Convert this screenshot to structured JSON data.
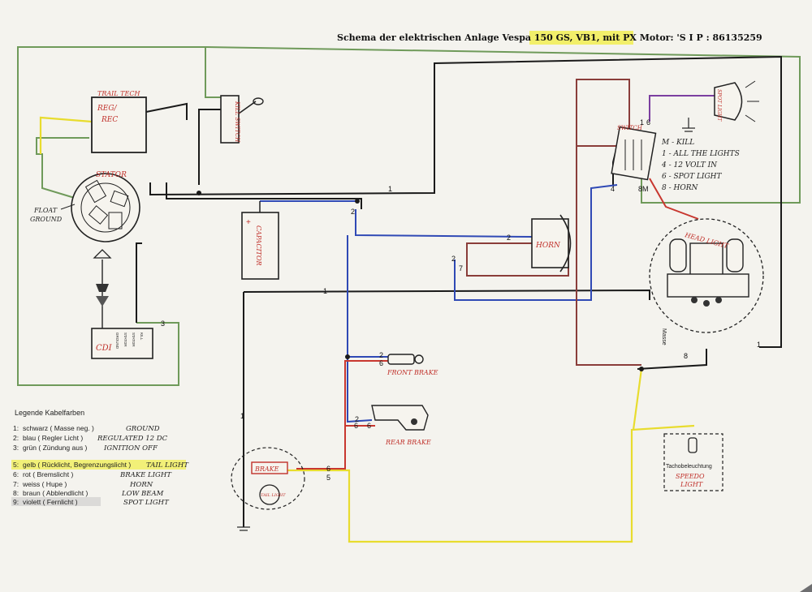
{
  "header": {
    "title_prefix": "Schema der elektrischen Anlage Vespa 150 GS, ",
    "title_highlight": "VB1, mit PX Motor:",
    "title_suffix": " 'S  I  P  :   86135259"
  },
  "components": {
    "regrec_brand": "TRAIL TECH",
    "regrec_label_1": "REG/",
    "regrec_label_2": "REC",
    "kill_switch_label": "KILL SWITCH",
    "stator_label": "STATOR",
    "float_ground_1": "FLOAT",
    "float_ground_2": "GROUND",
    "cdi_label": "CDI",
    "cdi_pin_1": "GROUND",
    "cdi_pin_2": "STATOR",
    "cdi_pin_3": "STATOR",
    "cdi_pin_4": "KILL",
    "capacitor_label": "CAPACITOR",
    "capacitor_plus": "+",
    "horn_label": "HORN",
    "switch_label": "SWITCH",
    "spot_light_label": "SPOT LIGHT",
    "head_light_label": "HEAD LIGHT",
    "masse_label": "Masse",
    "front_brake_label": "FRONT BRAKE",
    "rear_brake_label": "REAR BRAKE",
    "brake_label": "BRAKE",
    "tail_light_label": "TAIL LIGHT",
    "tacho_label": "Tachobeleuchtung",
    "speedo_label_1": "SPEEDO",
    "speedo_label_2": "LIGHT"
  },
  "switch_legend": [
    "M - KILL",
    "1 - ALL THE LIGHTS",
    "4 - 12 VOLT IN",
    "6 - SPOT LIGHT",
    "8 - HORN"
  ],
  "wire_numbers": {
    "main_1": "1",
    "cap_2": "2",
    "horn_2": "2",
    "horn_7": "7",
    "horn_2b": "2",
    "mid_1": "1",
    "cdi_3": "3",
    "fb_2": "2",
    "fb_6": "6",
    "rb_2": "2",
    "rb_6": "6",
    "tail_6": "6",
    "tail_5": "5",
    "sw_6": "6",
    "sw_1": "1",
    "sw_4": "4",
    "sw_8m": "8M",
    "hl_8": "8",
    "hl_1": "1",
    "left_1": "1",
    "rect_6": "6"
  },
  "legend": {
    "title": "Legende Kabelfarben",
    "rows": [
      {
        "num": "1:",
        "printed": "schwarz ( Masse neg. )",
        "note": "GROUND"
      },
      {
        "num": "2:",
        "printed": "blau ( Regler Licht )",
        "note": "REGULATED 12 DC"
      },
      {
        "num": "3:",
        "printed": "grün ( Zündung aus )",
        "note": "IGNITION OFF"
      },
      {
        "num": "5:",
        "printed": "gelb ( Rücklicht, Begrenzungslicht )",
        "note": "TAIL LIGHT"
      },
      {
        "num": "6:",
        "printed": "rot ( Bremslicht )",
        "note": "BRAKE LIGHT"
      },
      {
        "num": "7:",
        "printed": "weiss ( Hupe )",
        "note": "HORN"
      },
      {
        "num": "8:",
        "printed": "braun ( Abblendlicht )",
        "note": "LOW BEAM"
      },
      {
        "num": "9:",
        "printed": "violett ( Fernlicht )",
        "note": "SPOT LIGHT"
      }
    ]
  },
  "colors": {
    "paper": "#f4f3ee",
    "black_wire": "#1a1a1a",
    "blue_wire": "#2f49b5",
    "green_wire": "#6f9a5a",
    "yellow_wire": "#e8dc2e",
    "red_wire": "#c8372f",
    "brown_wire": "#8a3d3a",
    "purple_wire": "#7b3fa0",
    "highlight": "#f2ef6a",
    "ink_red": "#c0302a"
  }
}
